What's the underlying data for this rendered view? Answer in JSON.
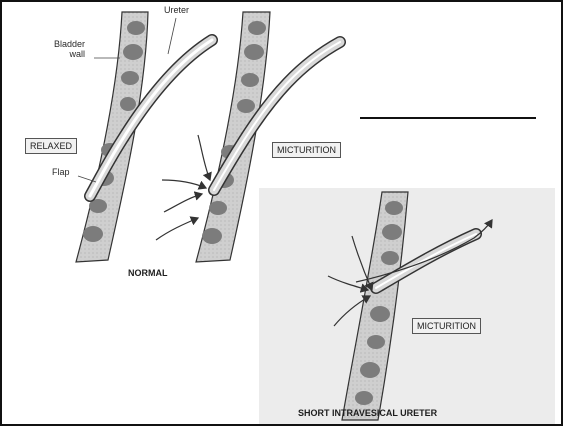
{
  "figure": {
    "labels": {
      "bladder_wall": "Bladder\nwall",
      "ureter": "Ureter",
      "flap": "Flap",
      "relaxed": "RELAXED",
      "micturition_top": "MICTURITION",
      "normal": "NORMAL",
      "micturition_bottom": "MICTURITION",
      "short_intravesical": "SHORT INTRAVESICAL URETER"
    }
  }
}
